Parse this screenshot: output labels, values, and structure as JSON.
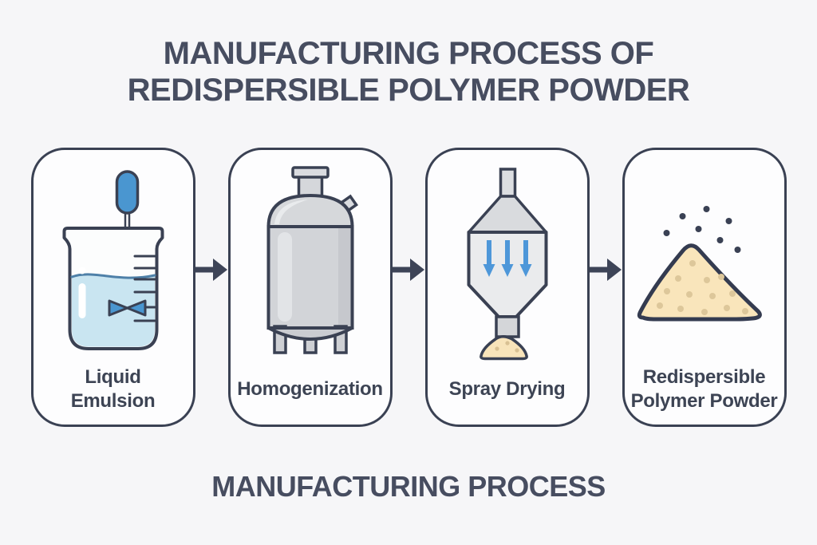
{
  "title": {
    "line1": "MANUFACTURING PROCESS OF",
    "line2": "REDISPERSIBLE POLYMER POWDER"
  },
  "footer": {
    "text": "MANUFACTURING PROCESS"
  },
  "steps": [
    {
      "label": "Liquid Emulsion",
      "label_line1": "Liquid",
      "label_line2": "Emulsion",
      "icon": "beaker-stirrer-icon"
    },
    {
      "label": "Homogenization",
      "label_line1": "Homogenization",
      "icon": "homogenizer-tank-icon"
    },
    {
      "label": "Spray Drying",
      "label_line1": "Spray Drying",
      "icon": "spray-dryer-icon"
    },
    {
      "label": "Redispersible Polymer Powder",
      "label_line1": "Redispersible",
      "label_line2": "Polymer Powder",
      "icon": "powder-pile-icon"
    }
  ],
  "connector": {
    "type": "right-arrow",
    "count": 3
  },
  "colors": {
    "background": "#f6f6f8",
    "card_background": "#fdfdfe",
    "outline_navy": "#3a4153",
    "title_text": "#474d60",
    "label_text": "#3d4454",
    "arrow": "#3d4457",
    "accent_blue": "#4a96d0",
    "liquid_blue": "#c9e5f1",
    "liquid_line_blue": "#4e80a8",
    "machine_gray": "#d2d4d8",
    "machine_gray_light": "#eaebed",
    "powder_tan": "#f9e5bb",
    "powder_dot_tan": "#dcc79a"
  }
}
